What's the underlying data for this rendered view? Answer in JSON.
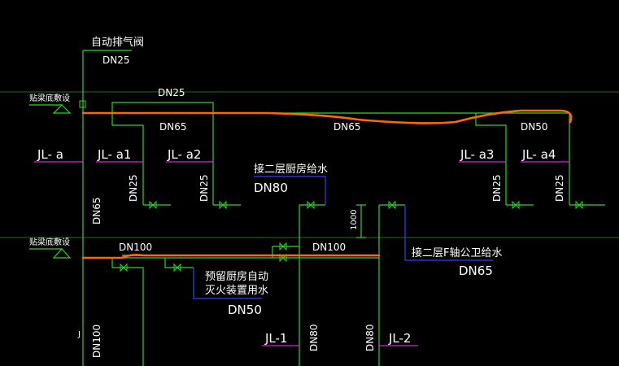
{
  "colors": {
    "background": "#000000",
    "pipe_green": "#22dd22",
    "level_line": "#1f6b1f",
    "riser_label_magenta": "#e01ee0",
    "text_white": "#ffffff",
    "connection_blue": "#3a3aff",
    "markup_orange": "#ff6a00",
    "olive_pipe": "#9a9a22"
  },
  "labels": {
    "auto_air_valve": "自动排气阀",
    "air_valve_dn": "DN25",
    "beam_bottom_top": "贴梁底敷设",
    "beam_bottom_lower": "贴梁底敷设",
    "top_branch_dn": "DN25",
    "top_main_dn_left": "DN65",
    "top_main_dn_mid": "DN65",
    "top_main_dn_right": "DN50",
    "riser_main_dn": "DN65",
    "lower_main_dn": "DN100",
    "lower_main_dn_mid": "DN100",
    "bottom_riser_dn_left": "DN100",
    "jl1_dn": "DN80",
    "jl2_dn": "DN80",
    "branch_dn_a1": "DN25",
    "branch_dn_a2": "DN25",
    "branch_dn_a3": "DN25",
    "branch_dn_a4": "DN25",
    "elevation_offset": "1000",
    "kitchen_supply": "接二层厨房给水",
    "kitchen_supply_dn": "DN80",
    "toilet_supply": "接二层F轴公卫给水",
    "toilet_supply_dn": "DN65",
    "fire_reserve_line1": "预留厨房自动",
    "fire_reserve_line2": "灭火装置用水",
    "fire_reserve_dn": "DN50",
    "small_j": "J"
  },
  "risers": {
    "jl_a": "JL- a",
    "jl_a1": "JL- a1",
    "jl_a2": "JL- a2",
    "jl_a3": "JL- a3",
    "jl_a4": "JL- a4",
    "jl_1": "JL-1",
    "jl_2": "JL-2"
  }
}
